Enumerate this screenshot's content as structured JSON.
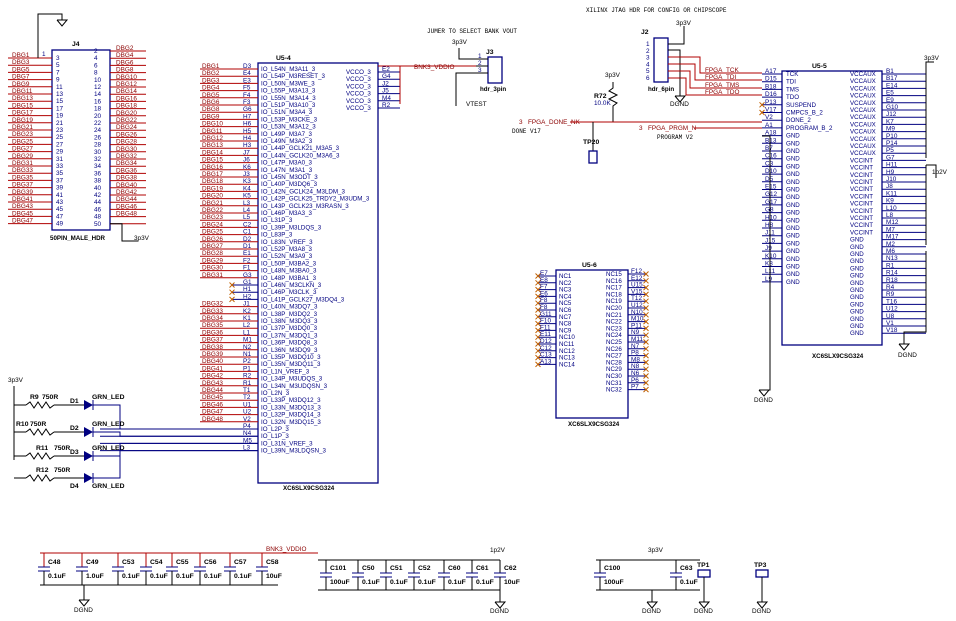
{
  "notes": {
    "jtag_title": "XILINX JTAG HDR FOR CONFIG OR CHIPSCOPE",
    "jumper_title": "JUMER TO SELECT BANK VOUT"
  },
  "power": {
    "p3v3": "3p3V",
    "p1v2": "1p2V",
    "gnd": "DGND",
    "bank3": "BNK3_VDDIO"
  },
  "j4": {
    "ref": "J4",
    "part": "50PIN_MALE_HDR",
    "left": [
      {
        "net": "DBG1",
        "pin": "3"
      },
      {
        "net": "DBG3",
        "pin": "5"
      },
      {
        "net": "DBG5",
        "pin": "7"
      },
      {
        "net": "DBG7",
        "pin": "9"
      },
      {
        "net": "DBG9",
        "pin": "11"
      },
      {
        "net": "DBG11",
        "pin": "13"
      },
      {
        "net": "DBG13",
        "pin": "15"
      },
      {
        "net": "DBG15",
        "pin": "17"
      },
      {
        "net": "DBG17",
        "pin": "19"
      },
      {
        "net": "DBG19",
        "pin": "21"
      },
      {
        "net": "DBG21",
        "pin": "23"
      },
      {
        "net": "DBG23",
        "pin": "25"
      },
      {
        "net": "DBG25",
        "pin": "27"
      },
      {
        "net": "DBG27",
        "pin": "29"
      },
      {
        "net": "DBG29",
        "pin": "31"
      },
      {
        "net": "DBG31",
        "pin": "33"
      },
      {
        "net": "DBG33",
        "pin": "35"
      },
      {
        "net": "DBG35",
        "pin": "37"
      },
      {
        "net": "DBG37",
        "pin": "39"
      },
      {
        "net": "DBG39",
        "pin": "41"
      },
      {
        "net": "DBG41",
        "pin": "43"
      },
      {
        "net": "DBG43",
        "pin": "45"
      },
      {
        "net": "DBG45",
        "pin": "47"
      },
      {
        "net": "DBG47",
        "pin": "49"
      }
    ],
    "right": [
      {
        "net": "DBG2",
        "pin": "2"
      },
      {
        "net": "DBG4",
        "pin": "4"
      },
      {
        "net": "DBG6",
        "pin": "6"
      },
      {
        "net": "DBG8",
        "pin": "8"
      },
      {
        "net": "DBG10",
        "pin": "10"
      },
      {
        "net": "DBG12",
        "pin": "12"
      },
      {
        "net": "DBG14",
        "pin": "14"
      },
      {
        "net": "DBG16",
        "pin": "16"
      },
      {
        "net": "DBG18",
        "pin": "18"
      },
      {
        "net": "DBG20",
        "pin": "20"
      },
      {
        "net": "DBG22",
        "pin": "22"
      },
      {
        "net": "DBG24",
        "pin": "24"
      },
      {
        "net": "DBG26",
        "pin": "26"
      },
      {
        "net": "DBG28",
        "pin": "28"
      },
      {
        "net": "DBG30",
        "pin": "30"
      },
      {
        "net": "DBG32",
        "pin": "32"
      },
      {
        "net": "DBG34",
        "pin": "34"
      },
      {
        "net": "DBG36",
        "pin": "36"
      },
      {
        "net": "DBG38",
        "pin": "38"
      },
      {
        "net": "DBG40",
        "pin": "40"
      },
      {
        "net": "DBG42",
        "pin": "42"
      },
      {
        "net": "DBG44",
        "pin": "44"
      },
      {
        "net": "DBG46",
        "pin": "46"
      },
      {
        "net": "DBG48",
        "pin": "48"
      },
      {
        "net": "",
        "pin": "50"
      }
    ],
    "pin1": "1"
  },
  "u54": {
    "ref": "U5-4",
    "part": "XC6SLX9CSG324",
    "pins": [
      {
        "net": "DBG1",
        "ball": "D3",
        "name": "IO_L54N_M3A11_3"
      },
      {
        "net": "DBG2",
        "ball": "E4",
        "name": "IO_L54P_M3RESET_3"
      },
      {
        "net": "DBG3",
        "ball": "E3",
        "name": "IO_L50N_M3WE_3"
      },
      {
        "net": "DBG4",
        "ball": "F5",
        "name": "IO_L55P_M3A13_3"
      },
      {
        "net": "DBG5",
        "ball": "F4",
        "name": "IO_L55N_M3A14_3"
      },
      {
        "net": "DBG6",
        "ball": "F3",
        "name": "IO_L51P_M3A10_3"
      },
      {
        "net": "DBG8",
        "ball": "G6",
        "name": "IO_L51N_M3A4_3"
      },
      {
        "net": "DBG9",
        "ball": "H7",
        "name": "IO_L53P_M3CKE_3"
      },
      {
        "net": "DBG10",
        "ball": "H6",
        "name": "IO_L53N_M3A12_3"
      },
      {
        "net": "DBG11",
        "ball": "H5",
        "name": "IO_L49P_M3A7_3"
      },
      {
        "net": "DBG12",
        "ball": "H4",
        "name": "IO_L49N_M3A2_3"
      },
      {
        "net": "DBG13",
        "ball": "H3",
        "name": "IO_L44P_GCLK21_M3A5_3"
      },
      {
        "net": "DBG14",
        "ball": "J7",
        "name": "IO_L44N_GCLK20_M3A6_3"
      },
      {
        "net": "DBG15",
        "ball": "J6",
        "name": "IO_L47P_M3A0_3"
      },
      {
        "net": "DBG16",
        "ball": "K6",
        "name": "IO_L47N_M3A1_3"
      },
      {
        "net": "DBG17",
        "ball": "J3",
        "name": "IO_L45N_M3ODT_3"
      },
      {
        "net": "DBG18",
        "ball": "K3",
        "name": "IO_L40P_M3DQ6_3"
      },
      {
        "net": "DBG19",
        "ball": "K4",
        "name": "IO_L42N_GCLK24_M3LDM_3"
      },
      {
        "net": "DBG20",
        "ball": "K5",
        "name": "IO_L42P_GCLK25_TRDY2_M3UDM_3"
      },
      {
        "net": "DBG21",
        "ball": "L3",
        "name": "IO_L43P_GCLK23_M3RASN_3"
      },
      {
        "net": "DBG22",
        "ball": "L4",
        "name": "IO_L46P_M3A3_3"
      },
      {
        "net": "DBG23",
        "ball": "L5",
        "name": "IO_L31P_3"
      },
      {
        "net": "DBG24",
        "ball": "C2",
        "name": "IO_L39P_M3LDQS_3"
      },
      {
        "net": "DBG25",
        "ball": "C1",
        "name": "IO_L83P_3"
      },
      {
        "net": "DBG26",
        "ball": "D2",
        "name": "IO_L83N_VREF_3"
      },
      {
        "net": "DBG27",
        "ball": "D1",
        "name": "IO_L52P_M3A8_3"
      },
      {
        "net": "DBG28",
        "ball": "E1",
        "name": "IO_L52N_M3A9_3"
      },
      {
        "net": "DBG29",
        "ball": "F2",
        "name": "IO_L50P_M3BA2_3"
      },
      {
        "net": "DBG30",
        "ball": "F1",
        "name": "IO_L48N_M3BA0_3"
      },
      {
        "net": "DBG31",
        "ball": "G3",
        "name": "IO_L48P_M3BA1_3"
      },
      {
        "net": "",
        "ball": "G1",
        "name": "IO_L46N_M3CLKN_3"
      },
      {
        "net": "",
        "ball": "H1",
        "name": "IO_L46P_M3CLK_3"
      },
      {
        "net": "",
        "ball": "H2",
        "name": "IO_L41P_GCLK27_M3DQ4_3"
      },
      {
        "net": "DBG32",
        "ball": "J1",
        "name": "IO_L40N_M3DQ7_3"
      },
      {
        "net": "DBG33",
        "ball": "K2",
        "name": "IO_L38P_M3DQ2_3"
      },
      {
        "net": "DBG34",
        "ball": "K1",
        "name": "IO_L38N_M3DQ3_3"
      },
      {
        "net": "DBG35",
        "ball": "L2",
        "name": "IO_L37P_M3DQ0_3"
      },
      {
        "net": "DBG36",
        "ball": "L1",
        "name": "IO_L37N_M3DQ1_3"
      },
      {
        "net": "DBG37",
        "ball": "M1",
        "name": "IO_L36P_M3DQ8_3"
      },
      {
        "net": "DBG38",
        "ball": "N2",
        "name": "IO_L36N_M3DQ9_3"
      },
      {
        "net": "DBG39",
        "ball": "N1",
        "name": "IO_L35P_M3DQ10_3"
      },
      {
        "net": "DBG40",
        "ball": "P2",
        "name": "IO_L35N_M3DQ11_3"
      },
      {
        "net": "DBG41",
        "ball": "P1",
        "name": "IO_L1N_VREF_3"
      },
      {
        "net": "DBG42",
        "ball": "R2",
        "name": "IO_L34P_M3UDQS_3"
      },
      {
        "net": "DBG43",
        "ball": "R1",
        "name": "IO_L34N_M3UDQSN_3"
      },
      {
        "net": "DBG44",
        "ball": "T1",
        "name": "IO_L2N_3"
      },
      {
        "net": "DBG45",
        "ball": "T2",
        "name": "IO_L33P_M3DQ12_3"
      },
      {
        "net": "DBG46",
        "ball": "U1",
        "name": "IO_L33N_M3DQ13_3"
      },
      {
        "net": "DBG47",
        "ball": "U2",
        "name": "IO_L32P_M3DQ14_3"
      },
      {
        "net": "DBG48",
        "ball": "V2",
        "name": "IO_L32N_M3DQ15_3"
      },
      {
        "net": "",
        "ball": "P4",
        "name": "IO_L2P_3"
      },
      {
        "net": "",
        "ball": "N4",
        "name": "IO_L1P_3"
      },
      {
        "net": "",
        "ball": "M5",
        "name": "IO_L31N_VREF_3"
      },
      {
        "net": "",
        "ball": "L3",
        "name": "IO_L39N_M3LDQSN_3"
      }
    ],
    "vcco": [
      {
        "name": "VCCO_3",
        "ball": "E2"
      },
      {
        "name": "VCCO_3",
        "ball": "G4"
      },
      {
        "name": "VCCO_3",
        "ball": "J2"
      },
      {
        "name": "VCCO_3",
        "ball": "J5"
      },
      {
        "name": "VCCO_3",
        "ball": "M4"
      },
      {
        "name": "VCCO_3",
        "ball": "R2"
      }
    ]
  },
  "j3": {
    "ref": "J3",
    "part": "hdr_3pin",
    "pins": [
      "1",
      "2",
      "3"
    ],
    "net": "VTEST"
  },
  "j2": {
    "ref": "J2",
    "part": "hdr_6pin",
    "pins": [
      "1",
      "2",
      "3",
      "4",
      "5",
      "6"
    ]
  },
  "r72": {
    "ref": "R72",
    "value": "10.0K"
  },
  "tp20": {
    "ref": "TP20",
    "pin": "1"
  },
  "done": {
    "label": "FPGA_DONE_NK",
    "sheet": "3",
    "note": "DONE V17"
  },
  "prgm": {
    "label": "FPGA_PRGM_N",
    "sheet": "3",
    "note": "PROGRAM V2"
  },
  "u55": {
    "ref": "U5-5",
    "part": "XC6SLX9CSG324",
    "left": [
      {
        "net": "FPGA_TCK",
        "ball": "A17",
        "name": "TCK"
      },
      {
        "net": "FPGA_TDI",
        "ball": "D15",
        "name": "TDI"
      },
      {
        "net": "FPGA_TMS",
        "ball": "B18",
        "name": "TMS"
      },
      {
        "net": "FPGA_TDO",
        "ball": "D16",
        "name": "TDO"
      },
      {
        "net": "",
        "ball": "P13",
        "name": "SUSPEND"
      },
      {
        "net": "",
        "ball": "V17",
        "name": "CMPCS_B_2"
      },
      {
        "net": "",
        "ball": "V2",
        "name": "DONE_2"
      },
      {
        "net": "",
        "ball": "A1",
        "name": "PROGRAM_B_2"
      },
      {
        "net": "",
        "ball": "A18",
        "name": "GND"
      },
      {
        "net": "",
        "ball": "B13",
        "name": "GND"
      },
      {
        "net": "",
        "ball": "B7",
        "name": "GND"
      },
      {
        "net": "",
        "ball": "C16",
        "name": "GND"
      },
      {
        "net": "",
        "ball": "C3",
        "name": "GND"
      },
      {
        "net": "",
        "ball": "D10",
        "name": "GND"
      },
      {
        "net": "",
        "ball": "D5",
        "name": "GND"
      },
      {
        "net": "",
        "ball": "E15",
        "name": "GND"
      },
      {
        "net": "",
        "ball": "G12",
        "name": "GND"
      },
      {
        "net": "",
        "ball": "G17",
        "name": "GND"
      },
      {
        "net": "",
        "ball": "G8",
        "name": "GND"
      },
      {
        "net": "",
        "ball": "H10",
        "name": "GND"
      },
      {
        "net": "",
        "ball": "H8",
        "name": "GND"
      },
      {
        "net": "",
        "ball": "J11",
        "name": "GND"
      },
      {
        "net": "",
        "ball": "J15",
        "name": "GND"
      },
      {
        "net": "",
        "ball": "J9",
        "name": "GND"
      },
      {
        "net": "",
        "ball": "K10",
        "name": "GND"
      },
      {
        "net": "",
        "ball": "K8",
        "name": "GND"
      },
      {
        "net": "",
        "ball": "L11",
        "name": "GND"
      },
      {
        "net": "",
        "ball": "L9",
        "name": "GND"
      }
    ],
    "right": [
      {
        "ball": "B1",
        "name": "VCCAUX"
      },
      {
        "ball": "B17",
        "name": "VCCAUX"
      },
      {
        "ball": "E14",
        "name": "VCCAUX"
      },
      {
        "ball": "E5",
        "name": "VCCAUX"
      },
      {
        "ball": "E9",
        "name": "VCCAUX"
      },
      {
        "ball": "G10",
        "name": "VCCAUX"
      },
      {
        "ball": "J12",
        "name": "VCCAUX"
      },
      {
        "ball": "K7",
        "name": "VCCAUX"
      },
      {
        "ball": "M9",
        "name": "VCCAUX"
      },
      {
        "ball": "P10",
        "name": "VCCAUX"
      },
      {
        "ball": "P14",
        "name": "VCCAUX"
      },
      {
        "ball": "P5",
        "name": "VCCAUX"
      },
      {
        "ball": "G7",
        "name": "VCCINT"
      },
      {
        "ball": "H11",
        "name": "VCCINT"
      },
      {
        "ball": "H9",
        "name": "VCCINT"
      },
      {
        "ball": "J10",
        "name": "VCCINT"
      },
      {
        "ball": "J8",
        "name": "VCCINT"
      },
      {
        "ball": "K11",
        "name": "VCCINT"
      },
      {
        "ball": "K9",
        "name": "VCCINT"
      },
      {
        "ball": "L10",
        "name": "VCCINT"
      },
      {
        "ball": "L8",
        "name": "VCCINT"
      },
      {
        "ball": "M12",
        "name": "VCCINT"
      },
      {
        "ball": "M7",
        "name": "VCCINT"
      },
      {
        "ball": "M17",
        "name": "GND"
      },
      {
        "ball": "M2",
        "name": "GND"
      },
      {
        "ball": "M6",
        "name": "GND"
      },
      {
        "ball": "N13",
        "name": "GND"
      },
      {
        "ball": "R1",
        "name": "GND"
      },
      {
        "ball": "R14",
        "name": "GND"
      },
      {
        "ball": "R18",
        "name": "GND"
      },
      {
        "ball": "R4",
        "name": "GND"
      },
      {
        "ball": "R9",
        "name": "GND"
      },
      {
        "ball": "T16",
        "name": "GND"
      },
      {
        "ball": "U12",
        "name": "GND"
      },
      {
        "ball": "U8",
        "name": "GND"
      },
      {
        "ball": "V1",
        "name": "GND"
      },
      {
        "ball": "V18",
        "name": "GND"
      }
    ]
  },
  "u56": {
    "ref": "U5-6",
    "part": "XC6SLX9CSG324",
    "left": [
      {
        "ball": "E7",
        "name": "NC1"
      },
      {
        "ball": "E8",
        "name": "NC2"
      },
      {
        "ball": "F7",
        "name": "NC3"
      },
      {
        "ball": "E6",
        "name": "NC4"
      },
      {
        "ball": "F8",
        "name": "NC5"
      },
      {
        "ball": "F8",
        "name": "NC6"
      },
      {
        "ball": "G11",
        "name": "NC7"
      },
      {
        "ball": "F10",
        "name": "NC8"
      },
      {
        "ball": "F11",
        "name": "NC9"
      },
      {
        "ball": "E11",
        "name": "NC10"
      },
      {
        "ball": "D12",
        "name": "NC11"
      },
      {
        "ball": "C12",
        "name": "NC12"
      },
      {
        "ball": "C13",
        "name": "NC13"
      },
      {
        "ball": "A13",
        "name": "NC14"
      }
    ],
    "right": [
      {
        "ball": "F12",
        "name": "NC15"
      },
      {
        "ball": "E12",
        "name": "NC16"
      },
      {
        "ball": "U15",
        "name": "NC17"
      },
      {
        "ball": "V15",
        "name": "NC18"
      },
      {
        "ball": "T12",
        "name": "NC19"
      },
      {
        "ball": "U12",
        "name": "NC20"
      },
      {
        "ball": "N10",
        "name": "NC21"
      },
      {
        "ball": "M10",
        "name": "NC22"
      },
      {
        "ball": "P11",
        "name": "NC23"
      },
      {
        "ball": "N9",
        "name": "NC24"
      },
      {
        "ball": "M11",
        "name": "NC25"
      },
      {
        "ball": "N7",
        "name": "NC26"
      },
      {
        "ball": "P8",
        "name": "NC27"
      },
      {
        "ball": "M8",
        "name": "NC28"
      },
      {
        "ball": "N8",
        "name": "NC29"
      },
      {
        "ball": "N6",
        "name": "NC30"
      },
      {
        "ball": "P6",
        "name": "NC31"
      },
      {
        "ball": "P7",
        "name": "NC32"
      }
    ]
  },
  "leds": [
    {
      "r": "R9",
      "rv": "750R",
      "d": "D1",
      "dv": "GRN_LED"
    },
    {
      "r": "R10",
      "rv": "750R",
      "d": "D2",
      "dv": "GRN_LED"
    },
    {
      "r": "R11",
      "rv": "750R",
      "d": "D3",
      "dv": "GRN_LED"
    },
    {
      "r": "R12",
      "rv": "750R",
      "d": "D4",
      "dv": "GRN_LED"
    }
  ],
  "caps_bank3": [
    {
      "ref": "C48",
      "val": "0.1uF"
    },
    {
      "ref": "C49",
      "val": "1.0uF"
    },
    {
      "ref": "C53",
      "val": "0.1uF"
    },
    {
      "ref": "C54",
      "val": "0.1uF"
    },
    {
      "ref": "C55",
      "val": "0.1uF"
    },
    {
      "ref": "C56",
      "val": "0.1uF"
    },
    {
      "ref": "C57",
      "val": "0.1uF"
    },
    {
      "ref": "C58",
      "val": "10uF"
    }
  ],
  "caps_1v2": [
    {
      "ref": "C101",
      "val": "100uF"
    },
    {
      "ref": "C50",
      "val": "0.1uF"
    },
    {
      "ref": "C51",
      "val": "0.1uF"
    },
    {
      "ref": "C52",
      "val": "0.1uF"
    },
    {
      "ref": "C60",
      "val": "0.1uF"
    },
    {
      "ref": "C61",
      "val": "0.1uF"
    },
    {
      "ref": "C62",
      "val": "10uF"
    }
  ],
  "caps_3v3": [
    {
      "ref": "C100",
      "val": "100uF"
    },
    {
      "ref": "C63",
      "val": "0.1uF"
    }
  ],
  "testpoints": [
    {
      "ref": "TP1",
      "pin": "1"
    },
    {
      "ref": "TP3",
      "pin": "1"
    }
  ]
}
